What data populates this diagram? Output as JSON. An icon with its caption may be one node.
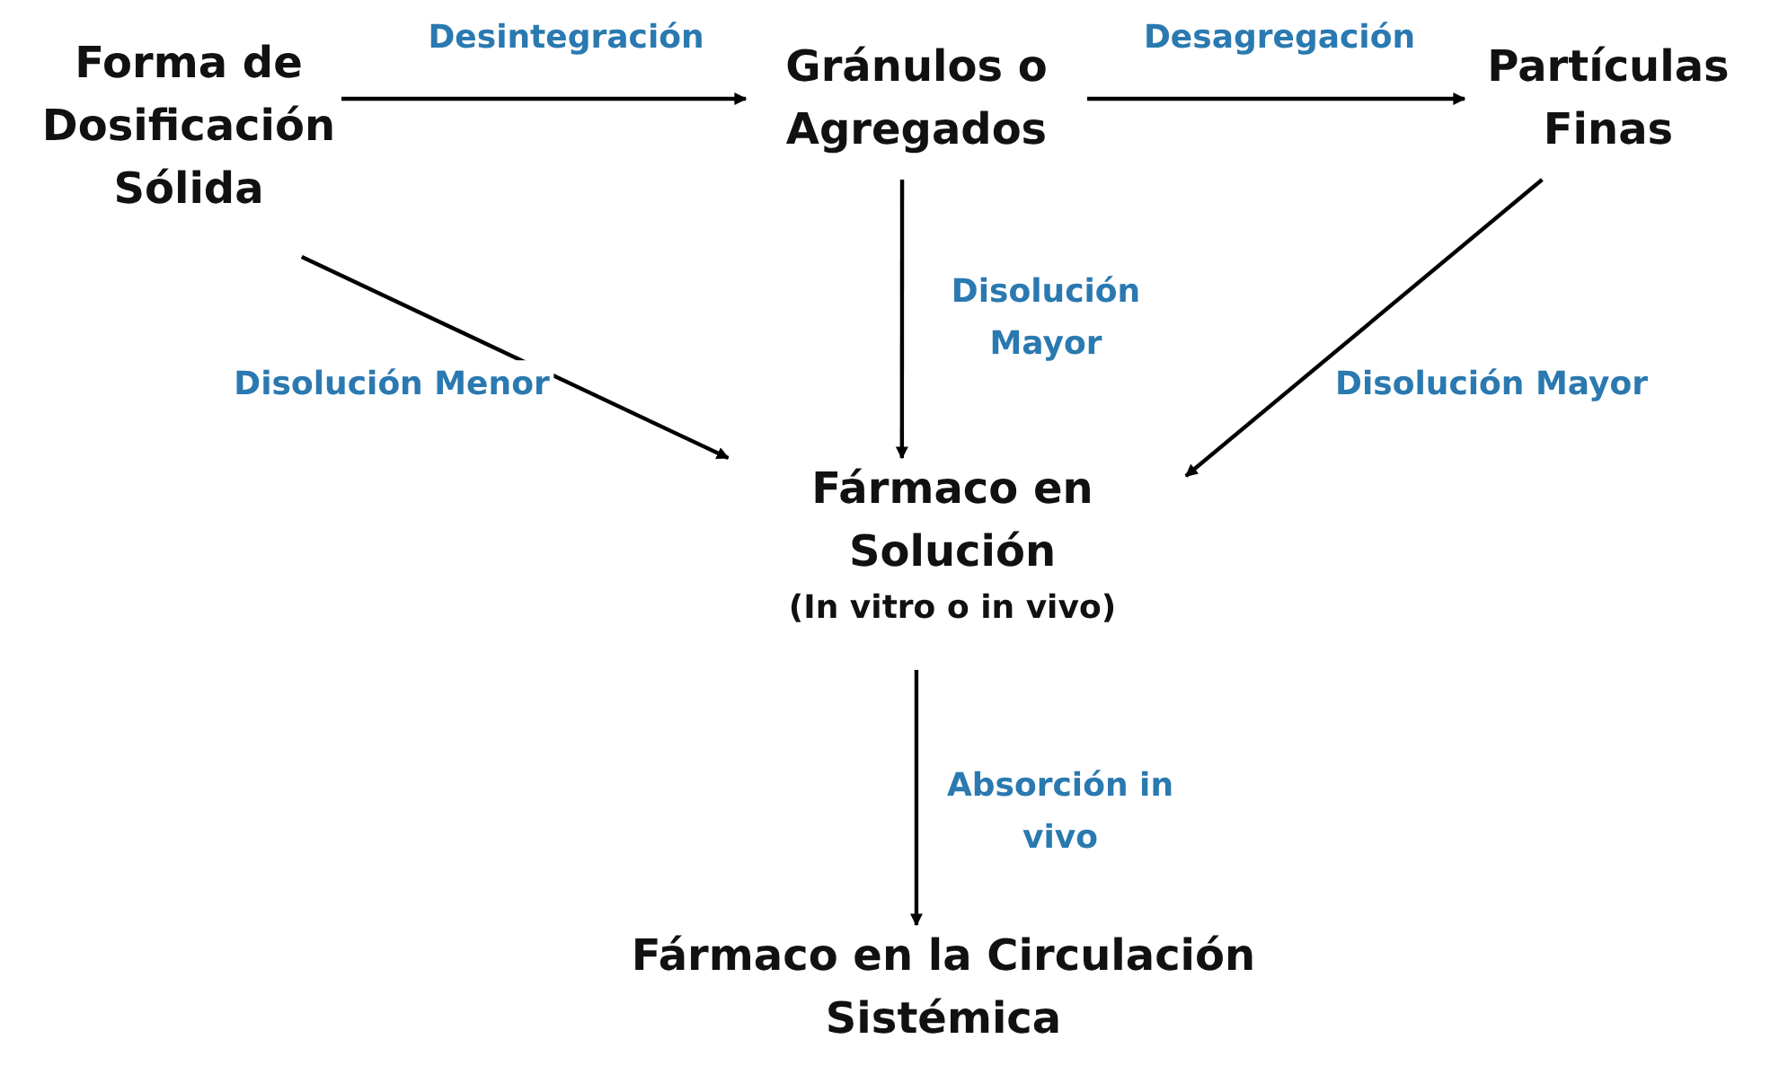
{
  "diagram": {
    "nodes": [
      {
        "text": [
          "Forma de Dosificación Sólida"
        ]
      },
      {
        "text": [
          "Gránulos o Agregados"
        ]
      },
      {
        "text": [
          "Partículas Finas"
        ]
      },
      {
        "text": [
          "Fármaco en Solución",
          "(In vitro o in vivo)"
        ]
      },
      {
        "text": [
          "Fármaco en la Circulación Sistémica"
        ]
      }
    ],
    "edges": [
      {
        "from": 0,
        "to": 1,
        "arrow": "to",
        "label": "Desintegración"
      },
      {
        "from": 1,
        "to": 2,
        "arrow": "to",
        "label": "Desagregación"
      },
      {
        "from": 0,
        "to": 3,
        "arrow": "to",
        "label": "Disolución Menor"
      },
      {
        "from": 1,
        "to": 3,
        "arrow": "to",
        "label": "Disolución Mayor"
      },
      {
        "from": 2,
        "to": 3,
        "arrow": "to",
        "label": "Disolución Mayor"
      },
      {
        "from": 3,
        "to": 4,
        "arrow": "to",
        "label": "Absorción in vivo"
      }
    ]
  }
}
